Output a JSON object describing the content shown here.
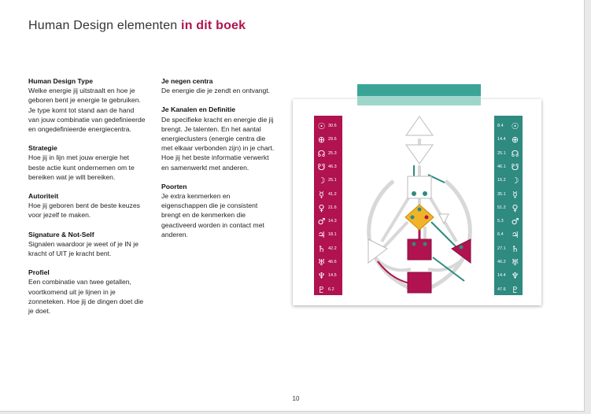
{
  "header": {
    "title_plain": "Human Design elementen ",
    "title_accent": "in dit boek"
  },
  "column_left": [
    {
      "heading": "Human Design Type",
      "text": "Welke energie jij uitstraalt en hoe je geboren bent je energie te gebruiken. Je type komt tot stand aan de hand van jouw combinatie van gedefinieerde en ongedefinieerde energiecentra."
    },
    {
      "heading": "Strategie",
      "text": "Hoe jij in lijn met jouw energie het beste actie kunt ondernemen om te bereiken wat je wilt bereiken."
    },
    {
      "heading": "Autoriteit",
      "text": "Hoe jij geboren bent de beste keuzes voor jezelf te maken."
    },
    {
      "heading": "Signature & Not-Self",
      "text": "Signalen waardoor je weet of je IN je kracht of UIT je kracht bent."
    },
    {
      "heading": "Profiel",
      "text": "Een combinatie van twee getallen, voortkomend uit je lijnen in je zonneteken. Hoe jij de dingen doet die je doet."
    }
  ],
  "column_right": [
    {
      "heading": "Je negen centra",
      "text": "De energie die je zendt en ontvangt."
    },
    {
      "heading": "Je Kanalen en Definitie",
      "text": "De specifieke kracht en energie die jij brengt. Je talenten. En het aantal energieclusters (energie centra die met elkaar verbonden zijn) in je chart. Hoe jij het beste informatie verwerkt en samenwerkt met anderen."
    },
    {
      "heading": "Poorten",
      "text": "Je extra kenmerken en eigenschappen die je consistent brengt en de kenmerken die geactiveerd worden in contact met anderen."
    }
  ],
  "page_number": "10",
  "chart": {
    "left_color": "#b0134f",
    "right_color": "#2f8a80",
    "band_color": "#3aa597",
    "band_light_color": "#9fd6cc",
    "left_planets": [
      {
        "icon": "sun-icon",
        "glyph": "☉",
        "value": "30.6"
      },
      {
        "icon": "earth-icon",
        "glyph": "⊕",
        "value": "29.6"
      },
      {
        "icon": "north-node-icon",
        "glyph": "☊",
        "value": "25.3"
      },
      {
        "icon": "south-node-icon",
        "glyph": "☋",
        "value": "46.3"
      },
      {
        "icon": "moon-icon",
        "glyph": "☽",
        "value": "25.1"
      },
      {
        "icon": "mercury-icon",
        "glyph": "☿",
        "value": "41.2"
      },
      {
        "icon": "venus-icon",
        "glyph": "♀",
        "value": "21.6"
      },
      {
        "icon": "mars-icon",
        "glyph": "♂",
        "value": "14.3"
      },
      {
        "icon": "jupiter-icon",
        "glyph": "♃",
        "value": "18.1"
      },
      {
        "icon": "saturn-icon",
        "glyph": "♄",
        "value": "42.2"
      },
      {
        "icon": "uranus-icon",
        "glyph": "♅",
        "value": "46.6"
      },
      {
        "icon": "neptune-icon",
        "glyph": "♆",
        "value": "14.5"
      },
      {
        "icon": "pluto-icon",
        "glyph": "♇",
        "value": "6.2"
      }
    ],
    "right_planets": [
      {
        "icon": "sun-icon",
        "glyph": "☉",
        "value": "8.4"
      },
      {
        "icon": "earth-icon",
        "glyph": "⊕",
        "value": "14.4"
      },
      {
        "icon": "north-node-icon",
        "glyph": "☊",
        "value": "25.1"
      },
      {
        "icon": "south-node-icon",
        "glyph": "☋",
        "value": "46.1"
      },
      {
        "icon": "moon-icon",
        "glyph": "☽",
        "value": "15.2"
      },
      {
        "icon": "mercury-icon",
        "glyph": "☿",
        "value": "35.1"
      },
      {
        "icon": "venus-icon",
        "glyph": "♀",
        "value": "51.2"
      },
      {
        "icon": "mars-icon",
        "glyph": "♂",
        "value": "5.3"
      },
      {
        "icon": "jupiter-icon",
        "glyph": "♃",
        "value": "6.4"
      },
      {
        "icon": "saturn-icon",
        "glyph": "♄",
        "value": "27.1"
      },
      {
        "icon": "uranus-icon",
        "glyph": "♅",
        "value": "46.2"
      },
      {
        "icon": "neptune-icon",
        "glyph": "♆",
        "value": "14.4"
      },
      {
        "icon": "pluto-icon",
        "glyph": "♇",
        "value": "47.6"
      }
    ]
  }
}
